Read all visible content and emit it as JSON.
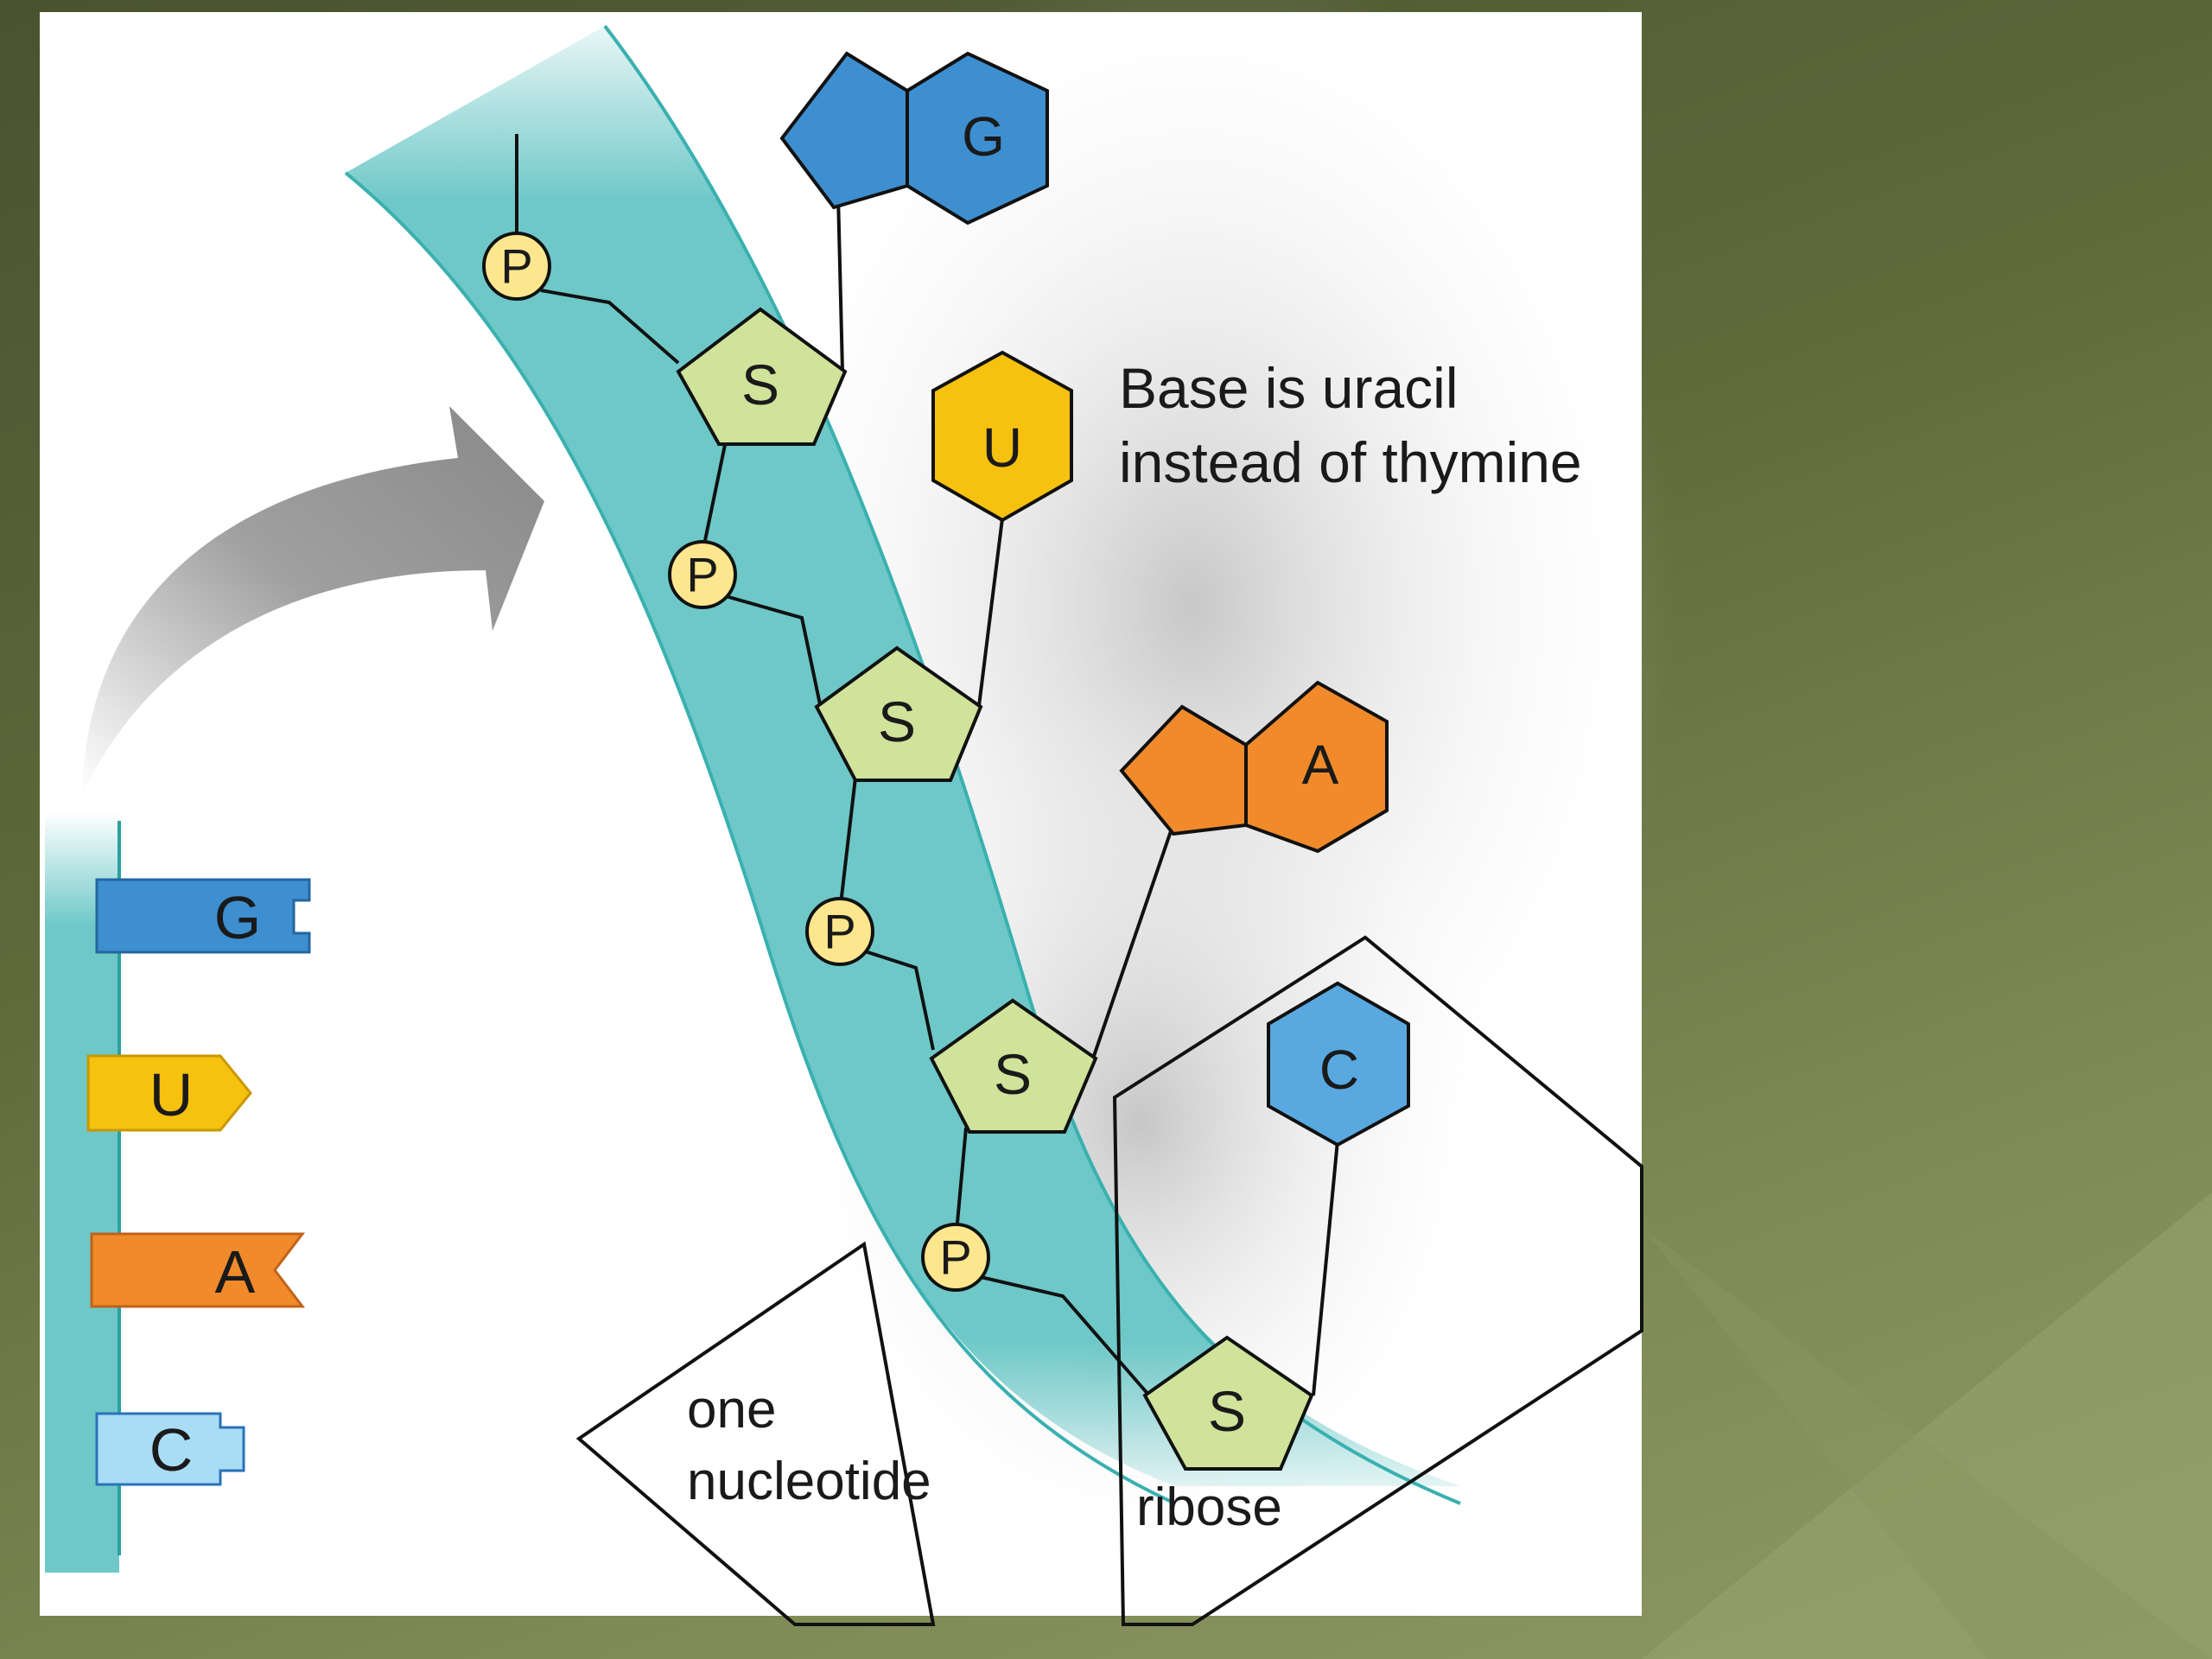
{
  "labels": {
    "uracil_note": [
      "Base is uracil",
      "instead of thymine"
    ],
    "nucleotide": [
      "one",
      "nucleotide"
    ],
    "ribose": "ribose"
  },
  "strand": {
    "phosphate": "P",
    "sugar": "S",
    "bases": [
      "G",
      "U",
      "A",
      "C"
    ]
  },
  "key": [
    "G",
    "U",
    "A",
    "C"
  ],
  "colors": {
    "slide_background": "#5e6a3a",
    "panel": "#ffffff",
    "backbone": "#6ec8c8",
    "sugar": "#cfe39a",
    "phosphate": "#fde78e",
    "guanine": "#3d8fd0",
    "uracil": "#f6c10f",
    "adenine": "#f08a2a",
    "cytosine": "#5aa8e0",
    "key_cytosine": "#a9dcf5"
  }
}
